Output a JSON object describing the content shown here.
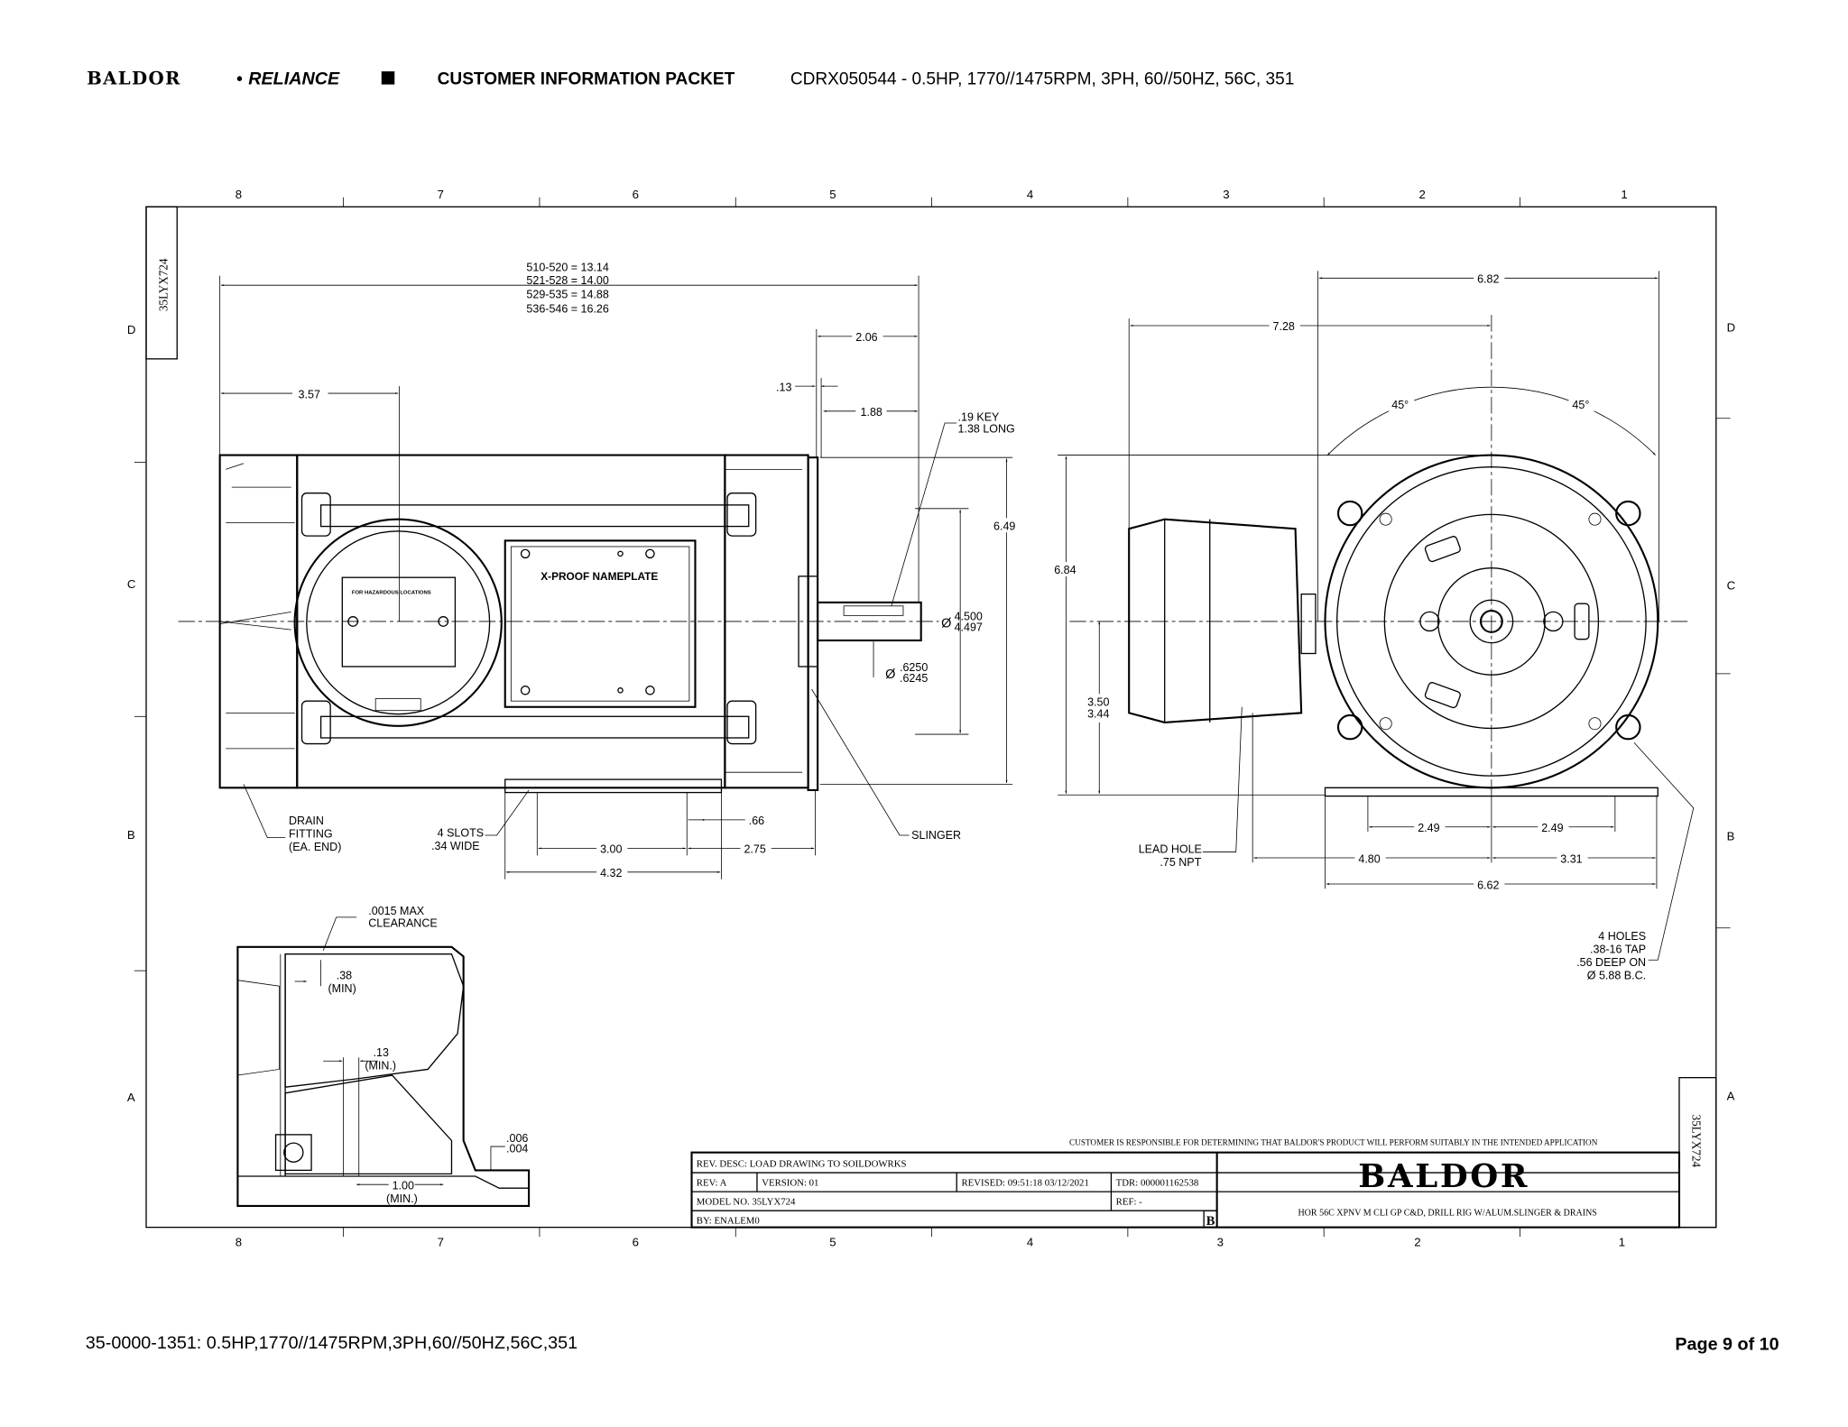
{
  "header": {
    "logo_left": "BALDOR",
    "logo_dot": "•",
    "logo_right": "RELIANCE",
    "packet_title": "CUSTOMER INFORMATION PACKET",
    "product_line": "CDRX050544 - 0.5HP, 1770//1475RPM, 3PH, 60//50HZ, 56C, 351"
  },
  "drawing": {
    "zones_top": [
      "8",
      "7",
      "6",
      "5",
      "4",
      "3",
      "2",
      "1"
    ],
    "rows": [
      "D",
      "C",
      "B",
      "A"
    ],
    "model_vertical": "35LYX724",
    "side_view": {
      "length_table": [
        "510-520 = 13.14",
        "521-528 = 14.00",
        "529-535 = 14.88",
        "536-546 = 16.26"
      ],
      "dim_357": "3.57",
      "dim_206": "2.06",
      "dim_013": ".13",
      "dim_188": "1.88",
      "key_note": [
        ".19 KEY",
        "1.38 LONG"
      ],
      "dim_649": "6.49",
      "shaft_dia_sym": "Ø",
      "shaft_dia_1": [
        "4.500",
        "4.497"
      ],
      "shaft_dia_2": [
        ".6250",
        ".6245"
      ],
      "jbox_label": "FOR HAZARDOUS LOCATIONS",
      "nameplate": "X-PROOF NAMEPLATE",
      "drain_note": [
        "DRAIN",
        "FITTING",
        "(EA. END)"
      ],
      "slots_note": [
        "4 SLOTS",
        ".34 WIDE"
      ],
      "dim_066": ".66",
      "dim_300": "3.00",
      "dim_275": "2.75",
      "dim_432": "4.32",
      "slinger": "SLINGER"
    },
    "end_view": {
      "dim_682": "6.82",
      "dim_728": "7.28",
      "angle_left": "45°",
      "angle_right": "45°",
      "dim_684": "6.84",
      "dim_350": [
        "3.50",
        "3.44"
      ],
      "lead_hole": [
        "LEAD HOLE",
        ".75 NPT"
      ],
      "dim_249a": "2.49",
      "dim_249b": "2.49",
      "dim_480": "4.80",
      "dim_331": "3.31",
      "dim_662": "6.62",
      "holes_note": [
        "4 HOLES",
        ".38-16 TAP",
        ".56 DEEP ON",
        "Ø 5.88 B.C."
      ]
    },
    "detail": {
      "clearance": [
        ".0015 MAX",
        "CLEARANCE"
      ],
      "dim_038": [
        ".38",
        "(MIN)"
      ],
      "dim_013": [
        ".13",
        "(MIN.)"
      ],
      "dim_006": [
        ".006",
        ".004"
      ],
      "dim_100": [
        "1.00",
        "(MIN.)"
      ]
    }
  },
  "title_block": {
    "disclaimer": "CUSTOMER IS RESPONSIBLE FOR DETERMINING THAT BALDOR'S PRODUCT WILL PERFORM SUITABLY IN THE INTENDED APPLICATION",
    "rev_desc": "REV. DESC: LOAD DRAWING TO SOILDOWRKS",
    "rev": "REV:  A",
    "version": "VERSION:  01",
    "revised": "REVISED:  09:51:18 03/12/2021",
    "tdr": "TDR:  000001162538",
    "model_no": "MODEL NO.   35LYX724",
    "ref": "REF:  -",
    "by": "BY: ENALEM0",
    "size": "B",
    "logo": "BALDOR",
    "description": "HOR 56C XPNV M CLI GP C&D, DRILL RIG W/ALUM.SLINGER & DRAINS"
  },
  "footer": {
    "left": "35-0000-1351: 0.5HP,1770//1475RPM,3PH,60//50HZ,56C,351",
    "page": "Page 9 of 10"
  }
}
